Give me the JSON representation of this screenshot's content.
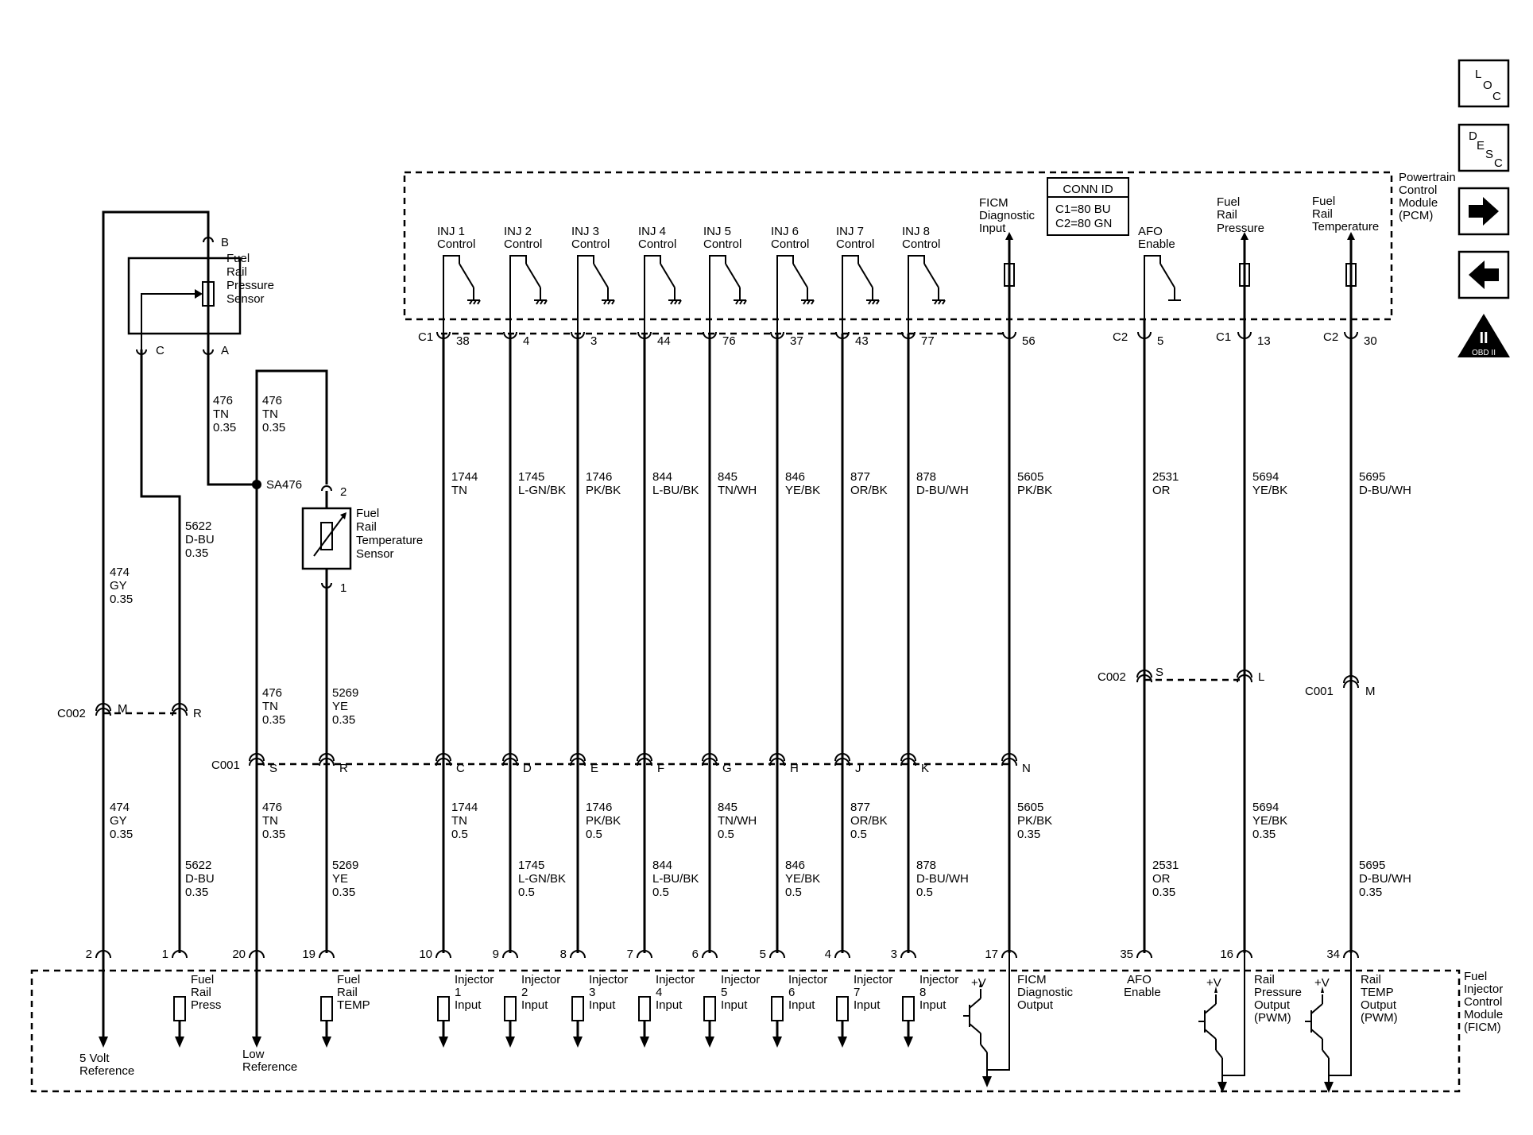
{
  "nav": {
    "loc": [
      "L",
      "O",
      "C"
    ],
    "desc": [
      "D",
      "E",
      "S",
      "C"
    ],
    "obd_icon_text": "OBD II",
    "obd_icon_symbol": "II"
  },
  "pcm": {
    "label": [
      "Powertrain",
      "Control",
      "Module",
      "(PCM)"
    ],
    "conn_id_title": "CONN ID",
    "conn_id_lines": [
      "C1=80 BU",
      "C2=80 GN"
    ],
    "inj_controls": [
      [
        "INJ 1",
        "Control"
      ],
      [
        "INJ 2",
        "Control"
      ],
      [
        "INJ 3",
        "Control"
      ],
      [
        "INJ 4",
        "Control"
      ],
      [
        "INJ 5",
        "Control"
      ],
      [
        "INJ 6",
        "Control"
      ],
      [
        "INJ 7",
        "Control"
      ],
      [
        "INJ 8",
        "Control"
      ]
    ],
    "ficm_diag_input": [
      "FICM",
      "Diagnostic",
      "Input"
    ],
    "afo_enable": [
      "AFO",
      "Enable"
    ],
    "fuel_rail_pressure": [
      "Fuel",
      "Rail",
      "Pressure"
    ],
    "fuel_rail_temperature": [
      "Fuel",
      "Rail",
      "Temperature"
    ],
    "connector_c1": "C1",
    "connector_c2a": "C2",
    "connector_c1b": "C1",
    "connector_c2b": "C2",
    "pins": [
      "38",
      "4",
      "3",
      "44",
      "76",
      "37",
      "43",
      "77",
      "56",
      "5",
      "13",
      "30"
    ]
  },
  "sensors": {
    "pressure_sensor": [
      "Fuel",
      "Rail",
      "Pressure",
      "Sensor"
    ],
    "pressure_pins": [
      "B",
      "C",
      "A"
    ],
    "temp_sensor": [
      "Fuel",
      "Rail",
      "Temperature",
      "Sensor"
    ],
    "temp_pins": [
      "2",
      "1"
    ],
    "splice": "SA476"
  },
  "wires_top": [
    [
      "476",
      "TN",
      "0.35"
    ],
    [
      "476",
      "TN",
      "0.35"
    ],
    [
      "5622",
      "D-BU",
      "0.35"
    ],
    [
      "474",
      "GY",
      "0.35"
    ],
    [
      "1744",
      "TN"
    ],
    [
      "1745",
      "L-GN/BK"
    ],
    [
      "1746",
      "PK/BK"
    ],
    [
      "844",
      "L-BU/BK"
    ],
    [
      "845",
      "TN/WH"
    ],
    [
      "846",
      "YE/BK"
    ],
    [
      "877",
      "OR/BK"
    ],
    [
      "878",
      "D-BU/WH"
    ],
    [
      "5605",
      "PK/BK"
    ],
    [
      "2531",
      "OR"
    ],
    [
      "5694",
      "YE/BK"
    ],
    [
      "5695",
      "D-BU/WH"
    ]
  ],
  "connectors_mid": {
    "c002_left": "C002",
    "c002_left_pins": [
      "M",
      "R"
    ],
    "c002_right": "C002",
    "c002_right_pins": [
      "S",
      "L"
    ],
    "c001_right": "C001",
    "c001_right_pin": "M",
    "c001": "C001",
    "c001_pins": [
      "S",
      "R",
      "C",
      "D",
      "E",
      "F",
      "G",
      "H",
      "J",
      "K",
      "N"
    ]
  },
  "wires_mid": [
    [
      "476",
      "TN",
      "0.35"
    ],
    [
      "5269",
      "YE",
      "0.35"
    ]
  ],
  "wires_bottom": [
    [
      "474",
      "GY",
      "0.35"
    ],
    [
      "5622",
      "D-BU",
      "0.35"
    ],
    [
      "476",
      "TN",
      "0.35"
    ],
    [
      "5269",
      "YE",
      "0.35"
    ],
    [
      "1744",
      "TN",
      "0.5"
    ],
    [
      "1745",
      "L-GN/BK",
      "0.5"
    ],
    [
      "1746",
      "PK/BK",
      "0.5"
    ],
    [
      "844",
      "L-BU/BK",
      "0.5"
    ],
    [
      "845",
      "TN/WH",
      "0.5"
    ],
    [
      "846",
      "YE/BK",
      "0.5"
    ],
    [
      "877",
      "OR/BK",
      "0.5"
    ],
    [
      "878",
      "D-BU/WH",
      "0.5"
    ],
    [
      "5605",
      "PK/BK",
      "0.35"
    ],
    [
      "2531",
      "OR",
      "0.35"
    ],
    [
      "5694",
      "YE/BK",
      "0.35"
    ],
    [
      "5695",
      "D-BU/WH",
      "0.35"
    ]
  ],
  "ficm": {
    "label": [
      "Fuel",
      "Injector",
      "Control",
      "Module",
      "(FICM)"
    ],
    "pins": [
      "2",
      "1",
      "20",
      "19",
      "10",
      "9",
      "8",
      "7",
      "6",
      "5",
      "4",
      "3",
      "17",
      "35",
      "16",
      "34"
    ],
    "five_volt_ref": [
      "5 Volt",
      "Reference"
    ],
    "fuel_rail_press": [
      "Fuel",
      "Rail",
      "Press"
    ],
    "low_ref": [
      "Low",
      "Reference"
    ],
    "fuel_rail_temp": [
      "Fuel",
      "Rail",
      "TEMP"
    ],
    "injector_inputs": [
      [
        "Injector",
        "1",
        "Input"
      ],
      [
        "Injector",
        "2",
        "Input"
      ],
      [
        "Injector",
        "3",
        "Input"
      ],
      [
        "Injector",
        "4",
        "Input"
      ],
      [
        "Injector",
        "5",
        "Input"
      ],
      [
        "Injector",
        "6",
        "Input"
      ],
      [
        "Injector",
        "7",
        "Input"
      ],
      [
        "Injector",
        "8",
        "Input"
      ]
    ],
    "ficm_diag_output": [
      "FICM",
      "Diagnostic",
      "Output"
    ],
    "afo_enable": [
      "AFO",
      "Enable"
    ],
    "rail_pressure_output": [
      "Rail",
      "Pressure",
      "Output",
      "(PWM)"
    ],
    "rail_temp_output": [
      "Rail",
      "TEMP",
      "Output",
      "(PWM)"
    ],
    "vplus": "+V"
  }
}
